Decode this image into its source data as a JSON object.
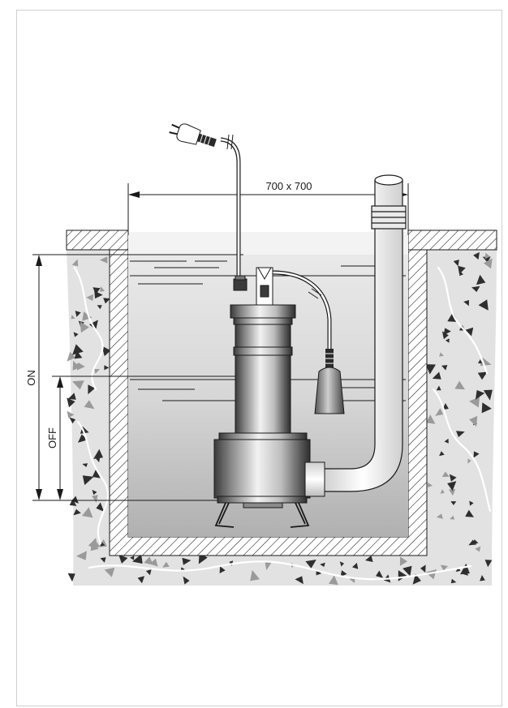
{
  "diagram": {
    "width_label": "700 x 700",
    "on_label": "ON",
    "off_label": "OFF"
  },
  "colors": {
    "line": "#1a1a1a",
    "water_top": "#e8e8e8",
    "water_bottom": "#b4b4b4",
    "soil_fill": "#d6d6d6",
    "wall_fill": "#ffffff",
    "pump_dark": "#4a4a4a",
    "pump_light": "#e6e6e6"
  }
}
